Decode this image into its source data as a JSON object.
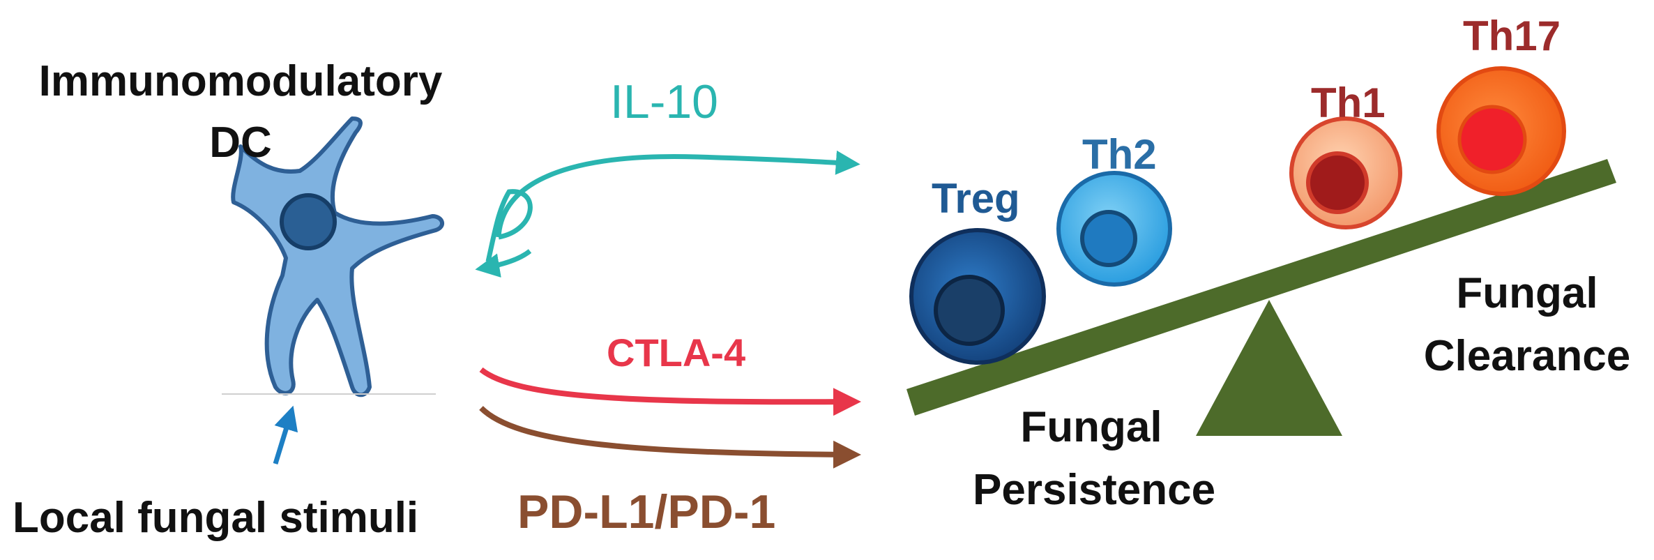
{
  "dc": {
    "title_line1": "Immunomodulatory",
    "title_line2": "DC",
    "stimulus": "Local fungal stimuli"
  },
  "signals": {
    "il10": "IL-10",
    "ctla4": "CTLA-4",
    "pdl1": "PD-L1/PD-1"
  },
  "cells": {
    "treg": "Treg",
    "th2": "Th2",
    "th1": "Th1",
    "th17": "Th17"
  },
  "outcomes": {
    "persistence_line1": "Fungal",
    "persistence_line2": "Persistence",
    "clearance_line1": "Fungal",
    "clearance_line2": "Clearance"
  },
  "colors": {
    "il10": "#2ab5b0",
    "ctla4": "#e8364a",
    "pdl1": "#8a4e30",
    "treg_label": "#1f5a94",
    "th2_label": "#2a6ea6",
    "th_red_label": "#9c2b2b",
    "seesaw": "#4d6b2a",
    "dc_body": "#7fb2e0",
    "stimulus_arrow": "#1d7fc4"
  }
}
